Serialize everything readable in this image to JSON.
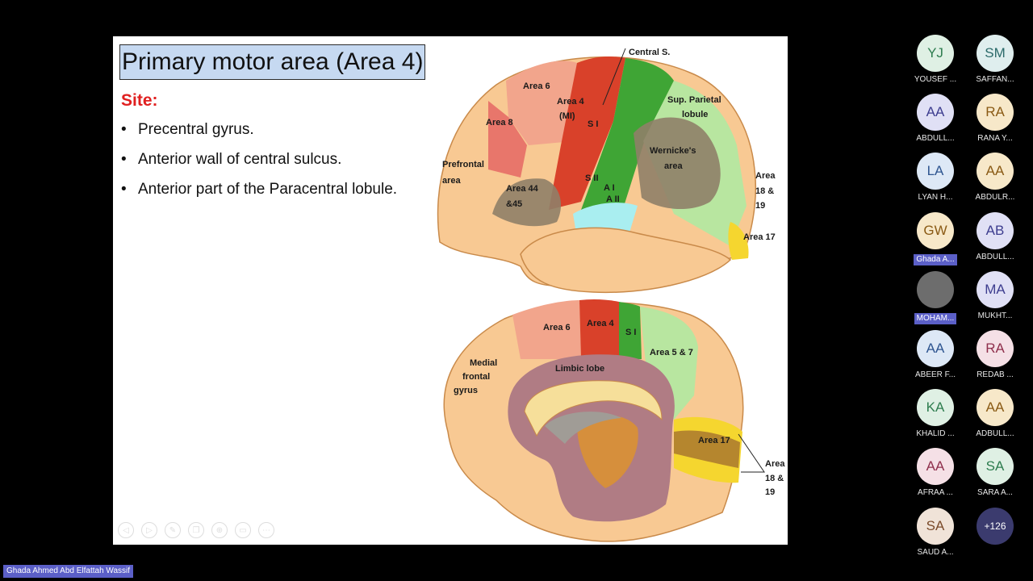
{
  "slide": {
    "title": "Primary motor area (Area 4)",
    "site_label": "Site:",
    "bullets": [
      "Precentral gyrus.",
      "Anterior wall of central sulcus.",
      "Anterior part of the Paracentral lobule."
    ]
  },
  "diagram": {
    "lateral_labels": [
      "Central S.",
      "Area 6",
      "Area 4",
      "(MI)",
      "S I",
      "Sup. Parietal",
      "lobule",
      "Area 8",
      "Prefrontal",
      "area",
      "Wernicke's",
      "area",
      "Area",
      "18 &",
      "19",
      "S II",
      "A I",
      "A II",
      "Area 44",
      "&45",
      "Area 17"
    ],
    "medial_labels": [
      "Area 6",
      "Area 4",
      "S I",
      "Area 5 & 7",
      "Medial",
      "frontal",
      "gyrus",
      "Limbic lobe",
      "Area 17",
      "Area",
      "18 &",
      "19"
    ],
    "colors": {
      "area4": "#d9412a",
      "area6": "#f2a58c",
      "area8": "#e8766b",
      "s1": "#3fa535",
      "parietal": "#b8e6a0",
      "wernicke": "#8f8068",
      "broca": "#8f8068",
      "auditory": "#a9eef0",
      "visual": "#f5d62f",
      "limbic": "#b07c84",
      "cortex": "#f8c993"
    }
  },
  "toolbar_icons": [
    "prev-icon",
    "next-icon",
    "pen-icon",
    "copy-icon",
    "zoom-icon",
    "screen-icon",
    "more-icon"
  ],
  "participants": [
    {
      "initials": "YJ",
      "name": "YOUSEF ...",
      "bg": "#dff0e4",
      "fg": "#2e7d4f"
    },
    {
      "initials": "SM",
      "name": "SAFFAN...",
      "bg": "#dfeeee",
      "fg": "#2b6a6a"
    },
    {
      "initials": "AA",
      "name": "ABDULL...",
      "bg": "#e0e0f5",
      "fg": "#3d3d8f"
    },
    {
      "initials": "RA",
      "name": "RANA Y...",
      "bg": "#f7e8c9",
      "fg": "#8a5a14"
    },
    {
      "initials": "LA",
      "name": "LYAN H...",
      "bg": "#dde8f6",
      "fg": "#2e5590"
    },
    {
      "initials": "AA",
      "name": "ABDULR...",
      "bg": "#f7e8c9",
      "fg": "#8a5a14"
    },
    {
      "initials": "GW",
      "name": "Ghada A...",
      "bg": "#f7e8c9",
      "fg": "#8a5a14"
    },
    {
      "initials": "AB",
      "name": "ABDULL...",
      "bg": "#e0e0f5",
      "fg": "#3d3d8f"
    },
    {
      "initials": "",
      "name": "MOHAM...",
      "bg": "#6d6d6d",
      "fg": "#ffffff"
    },
    {
      "initials": "MA",
      "name": "MUKHT...",
      "bg": "#e0e0f5",
      "fg": "#3d3d8f"
    },
    {
      "initials": "AA",
      "name": "ABEER F...",
      "bg": "#dde8f6",
      "fg": "#2e5590"
    },
    {
      "initials": "RA",
      "name": "REDAB ...",
      "bg": "#f5e0e6",
      "fg": "#8f2f4c"
    },
    {
      "initials": "KA",
      "name": "KHALID ...",
      "bg": "#dff0e4",
      "fg": "#2e7d4f"
    },
    {
      "initials": "AA",
      "name": "ADBULL...",
      "bg": "#f7e8c9",
      "fg": "#8a5a14"
    },
    {
      "initials": "AA",
      "name": "AFRAA ...",
      "bg": "#f5e0e6",
      "fg": "#8f2f4c"
    },
    {
      "initials": "SA",
      "name": "SARA A...",
      "bg": "#dff0e4",
      "fg": "#2e7d4f"
    },
    {
      "initials": "SA",
      "name": "SAUD A...",
      "bg": "#f0e3d8",
      "fg": "#7a4a2a"
    },
    {
      "initials": "+126",
      "name": "",
      "bg": "#3b3b6e",
      "fg": "#ffffff"
    }
  ],
  "presenter_name": "Ghada Ahmed Abd Elfattah Wassif"
}
